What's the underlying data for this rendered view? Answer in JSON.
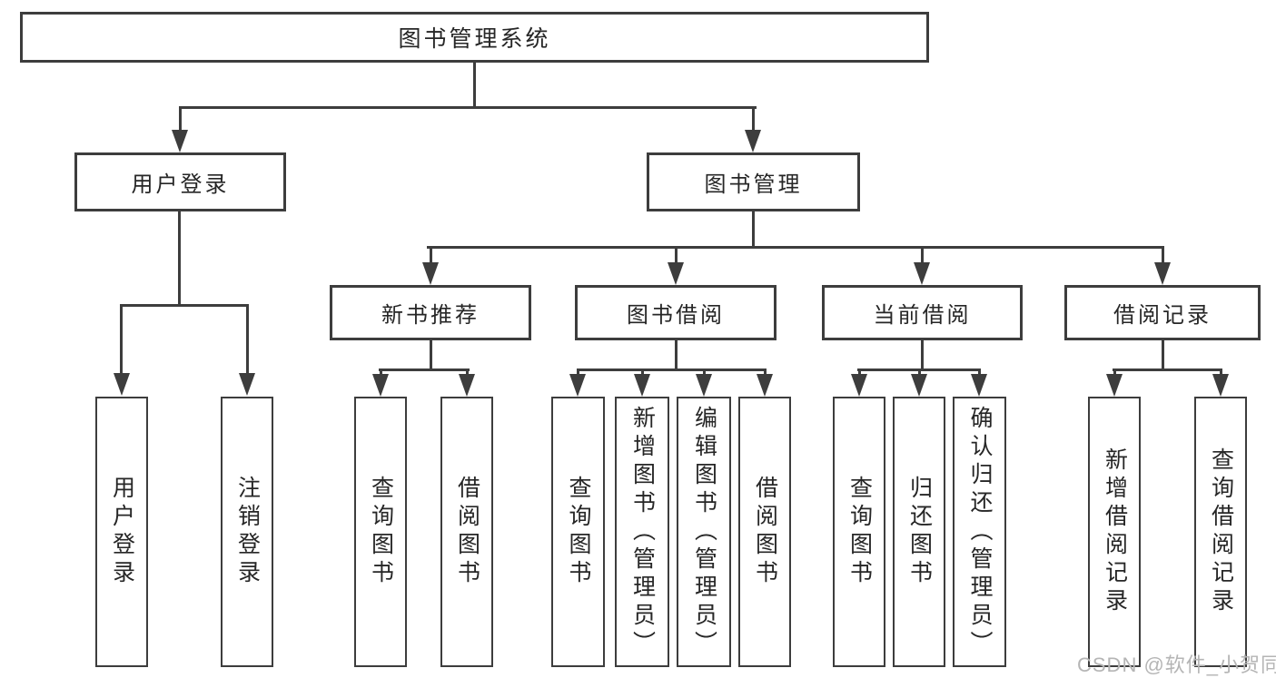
{
  "nodes": {
    "root": {
      "label": "图书管理系统"
    },
    "user_login": {
      "label": "用户登录"
    },
    "book_mgmt": {
      "label": "图书管理"
    },
    "new_book_rec": {
      "label": "新书推荐"
    },
    "book_borrow": {
      "label": "图书借阅"
    },
    "current_borrow": {
      "label": "当前借阅"
    },
    "borrow_records": {
      "label": "借阅记录"
    },
    "user_login_leaf": {
      "label": "用户登录"
    },
    "logout_leaf": {
      "label": "注销登录"
    },
    "query_book_rec": {
      "label": "查询图书"
    },
    "borrow_book_rec": {
      "label": "借阅图书"
    },
    "query_book_borrow": {
      "label": "查询图书"
    },
    "add_book_admin": {
      "label": "新增图书（管理员）"
    },
    "edit_book_admin": {
      "label": "编辑图书（管理员）"
    },
    "borrow_book_leaf": {
      "label": "借阅图书"
    },
    "query_book_current": {
      "label": "查询图书"
    },
    "return_book": {
      "label": "归还图书"
    },
    "confirm_return_admin": {
      "label": "确认归还（管理员）"
    },
    "add_borrow_record": {
      "label": "新增借阅记录"
    },
    "query_borrow_record": {
      "label": "查询借阅记录"
    }
  },
  "tree": {
    "图书管理系统": {
      "用户登录": [
        "用户登录",
        "注销登录"
      ],
      "图书管理": {
        "新书推荐": [
          "查询图书",
          "借阅图书"
        ],
        "图书借阅": [
          "查询图书",
          "新增图书（管理员）",
          "编辑图书（管理员）",
          "借阅图书"
        ],
        "当前借阅": [
          "查询图书",
          "归还图书",
          "确认归还（管理员）"
        ],
        "借阅记录": [
          "新增借阅记录",
          "查询借阅记录"
        ]
      }
    }
  },
  "watermark": {
    "text": "CSDN @软件_小贺同学"
  },
  "colors": {
    "line": "#3d3d3d",
    "text": "#262626",
    "background": "#ffffff",
    "watermark": "#b5b5b5"
  }
}
